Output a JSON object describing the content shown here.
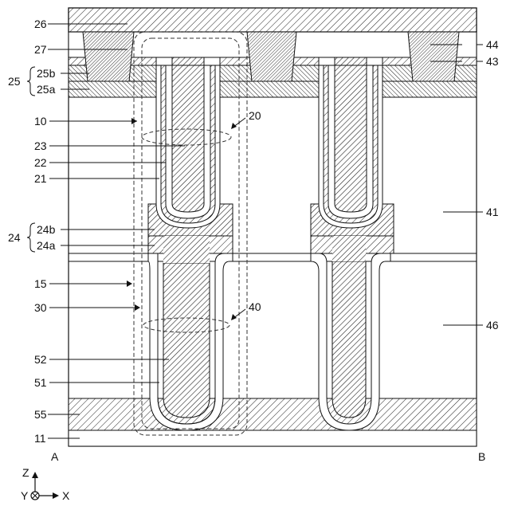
{
  "figure": {
    "labels": {
      "l26": "26",
      "l27": "27",
      "l25": "25",
      "l25b": "25b",
      "l25a": "25a",
      "l10": "10",
      "l23": "23",
      "l22": "22",
      "l21": "21",
      "l20": "20",
      "l24": "24",
      "l24b": "24b",
      "l24a": "24a",
      "l15": "15",
      "l30": "30",
      "l40": "40",
      "l52": "52",
      "l51": "51",
      "l55": "55",
      "l11": "11",
      "l44": "44",
      "l43": "43",
      "l41": "41",
      "l46": "46",
      "corner_a": "A",
      "corner_b": "B"
    },
    "axes": {
      "z": "Z",
      "y": "Y",
      "x": "X"
    }
  }
}
